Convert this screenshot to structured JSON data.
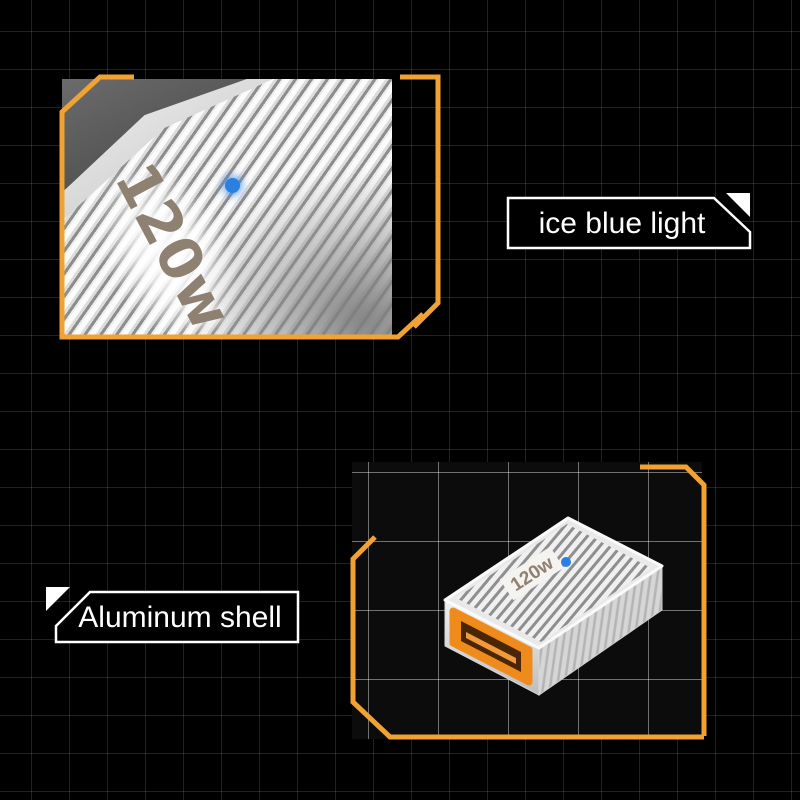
{
  "poster": {
    "background_color": "#000000",
    "grid_color": "#212121",
    "accent_color": "#f0a232"
  },
  "callouts": {
    "ice_blue_light": "ice blue light",
    "aluminum_shell": "Aluminum shell"
  },
  "product": {
    "wattage": "120w",
    "led_color": "#2a7fe0",
    "port_color": "#ef8b1c",
    "shell_color": "#e9e9e9"
  }
}
